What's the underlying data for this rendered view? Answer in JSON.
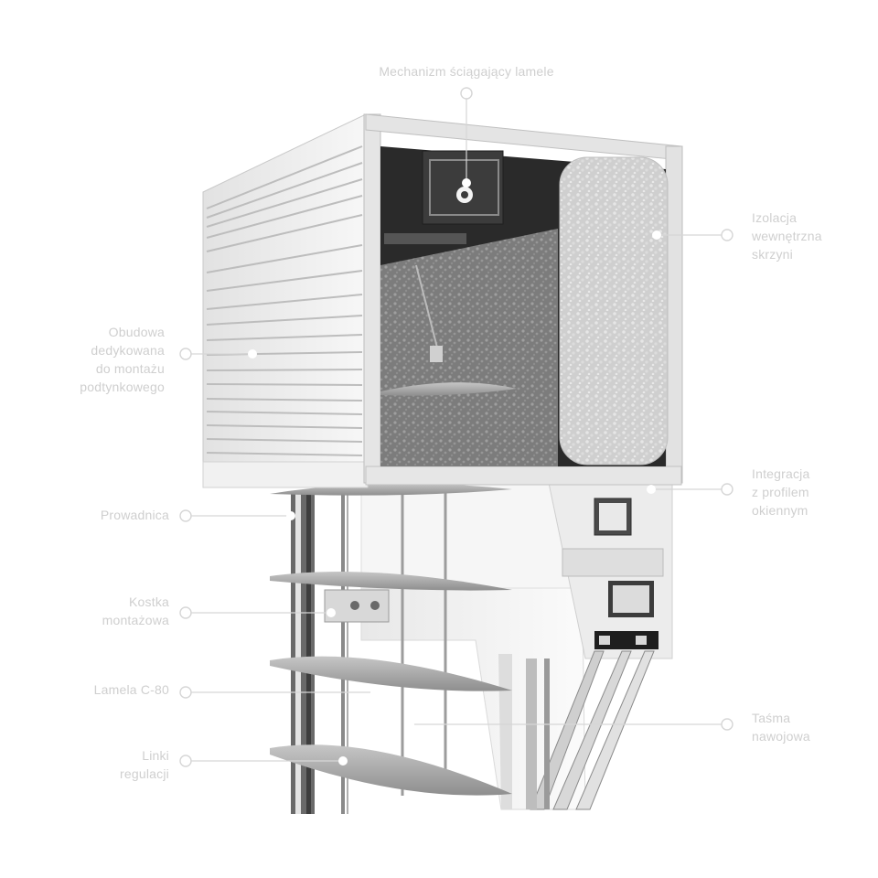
{
  "colors": {
    "label_text": "#cfcfcf",
    "callout_line": "#d6d6d6",
    "housing": "#eeeeee",
    "insulation": "#6e6e6e",
    "slat": "#9a9a9a",
    "guide": "#555555",
    "frame": "#f2f2f2",
    "gasket": "#222222"
  },
  "labels": {
    "mechanism": [
      "Mechanizm ściągający lamele"
    ],
    "insulation": [
      "Izolacja",
      "wewnętrzna",
      "skrzyni"
    ],
    "housing": [
      "Obudowa",
      "dedykowana",
      "do montażu",
      "podtynkowego"
    ],
    "integration": [
      "Integracja",
      "z profilem",
      "okiennym"
    ],
    "guide": [
      "Prowadnica"
    ],
    "bracket": [
      "Kostka",
      "montażowa"
    ],
    "slat": [
      "Lamela C-80"
    ],
    "tape": [
      "Taśma",
      "nawojowa"
    ],
    "cords": [
      "Linki",
      "regulacji"
    ]
  }
}
